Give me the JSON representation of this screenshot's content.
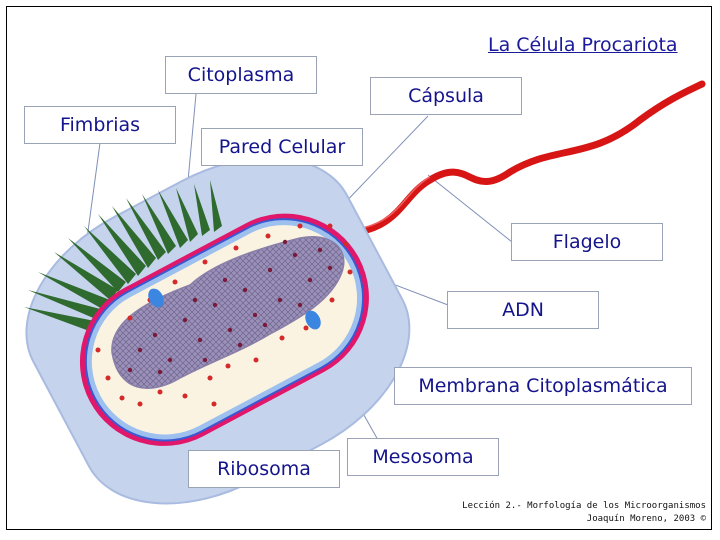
{
  "title": "La Célula Procariota",
  "labels": {
    "citoplasma": "Citoplasma",
    "capsula": "Cápsula",
    "fimbrias": "Fimbrias",
    "pared": "Pared Celular",
    "flagelo": "Flagelo",
    "adn": "ADN",
    "membrana": "Membrana Citoplasmática",
    "mesosoma": "Mesosoma",
    "ribosoma": "Ribosoma"
  },
  "credit": {
    "line1": "Lección 2.- Morfología de los Microorganismos",
    "line2": "Joaquín Moreno, 2003 ©"
  },
  "colors": {
    "capsule": "#c5d3ec",
    "cell_wall": "#e0176a",
    "membrane": "#3a58d0",
    "cytoplasm": "#fbf3e1",
    "nucleoid": "#8a7fa8",
    "dna_dots": "#7a1a3a",
    "ribosome": "#d42a2a",
    "mesosome": "#3a86e0",
    "fimbriae": "#2f6a2f",
    "flagellum": "#d81515",
    "label_text": "#14148c",
    "leader_lines": "#7f8fb6"
  }
}
